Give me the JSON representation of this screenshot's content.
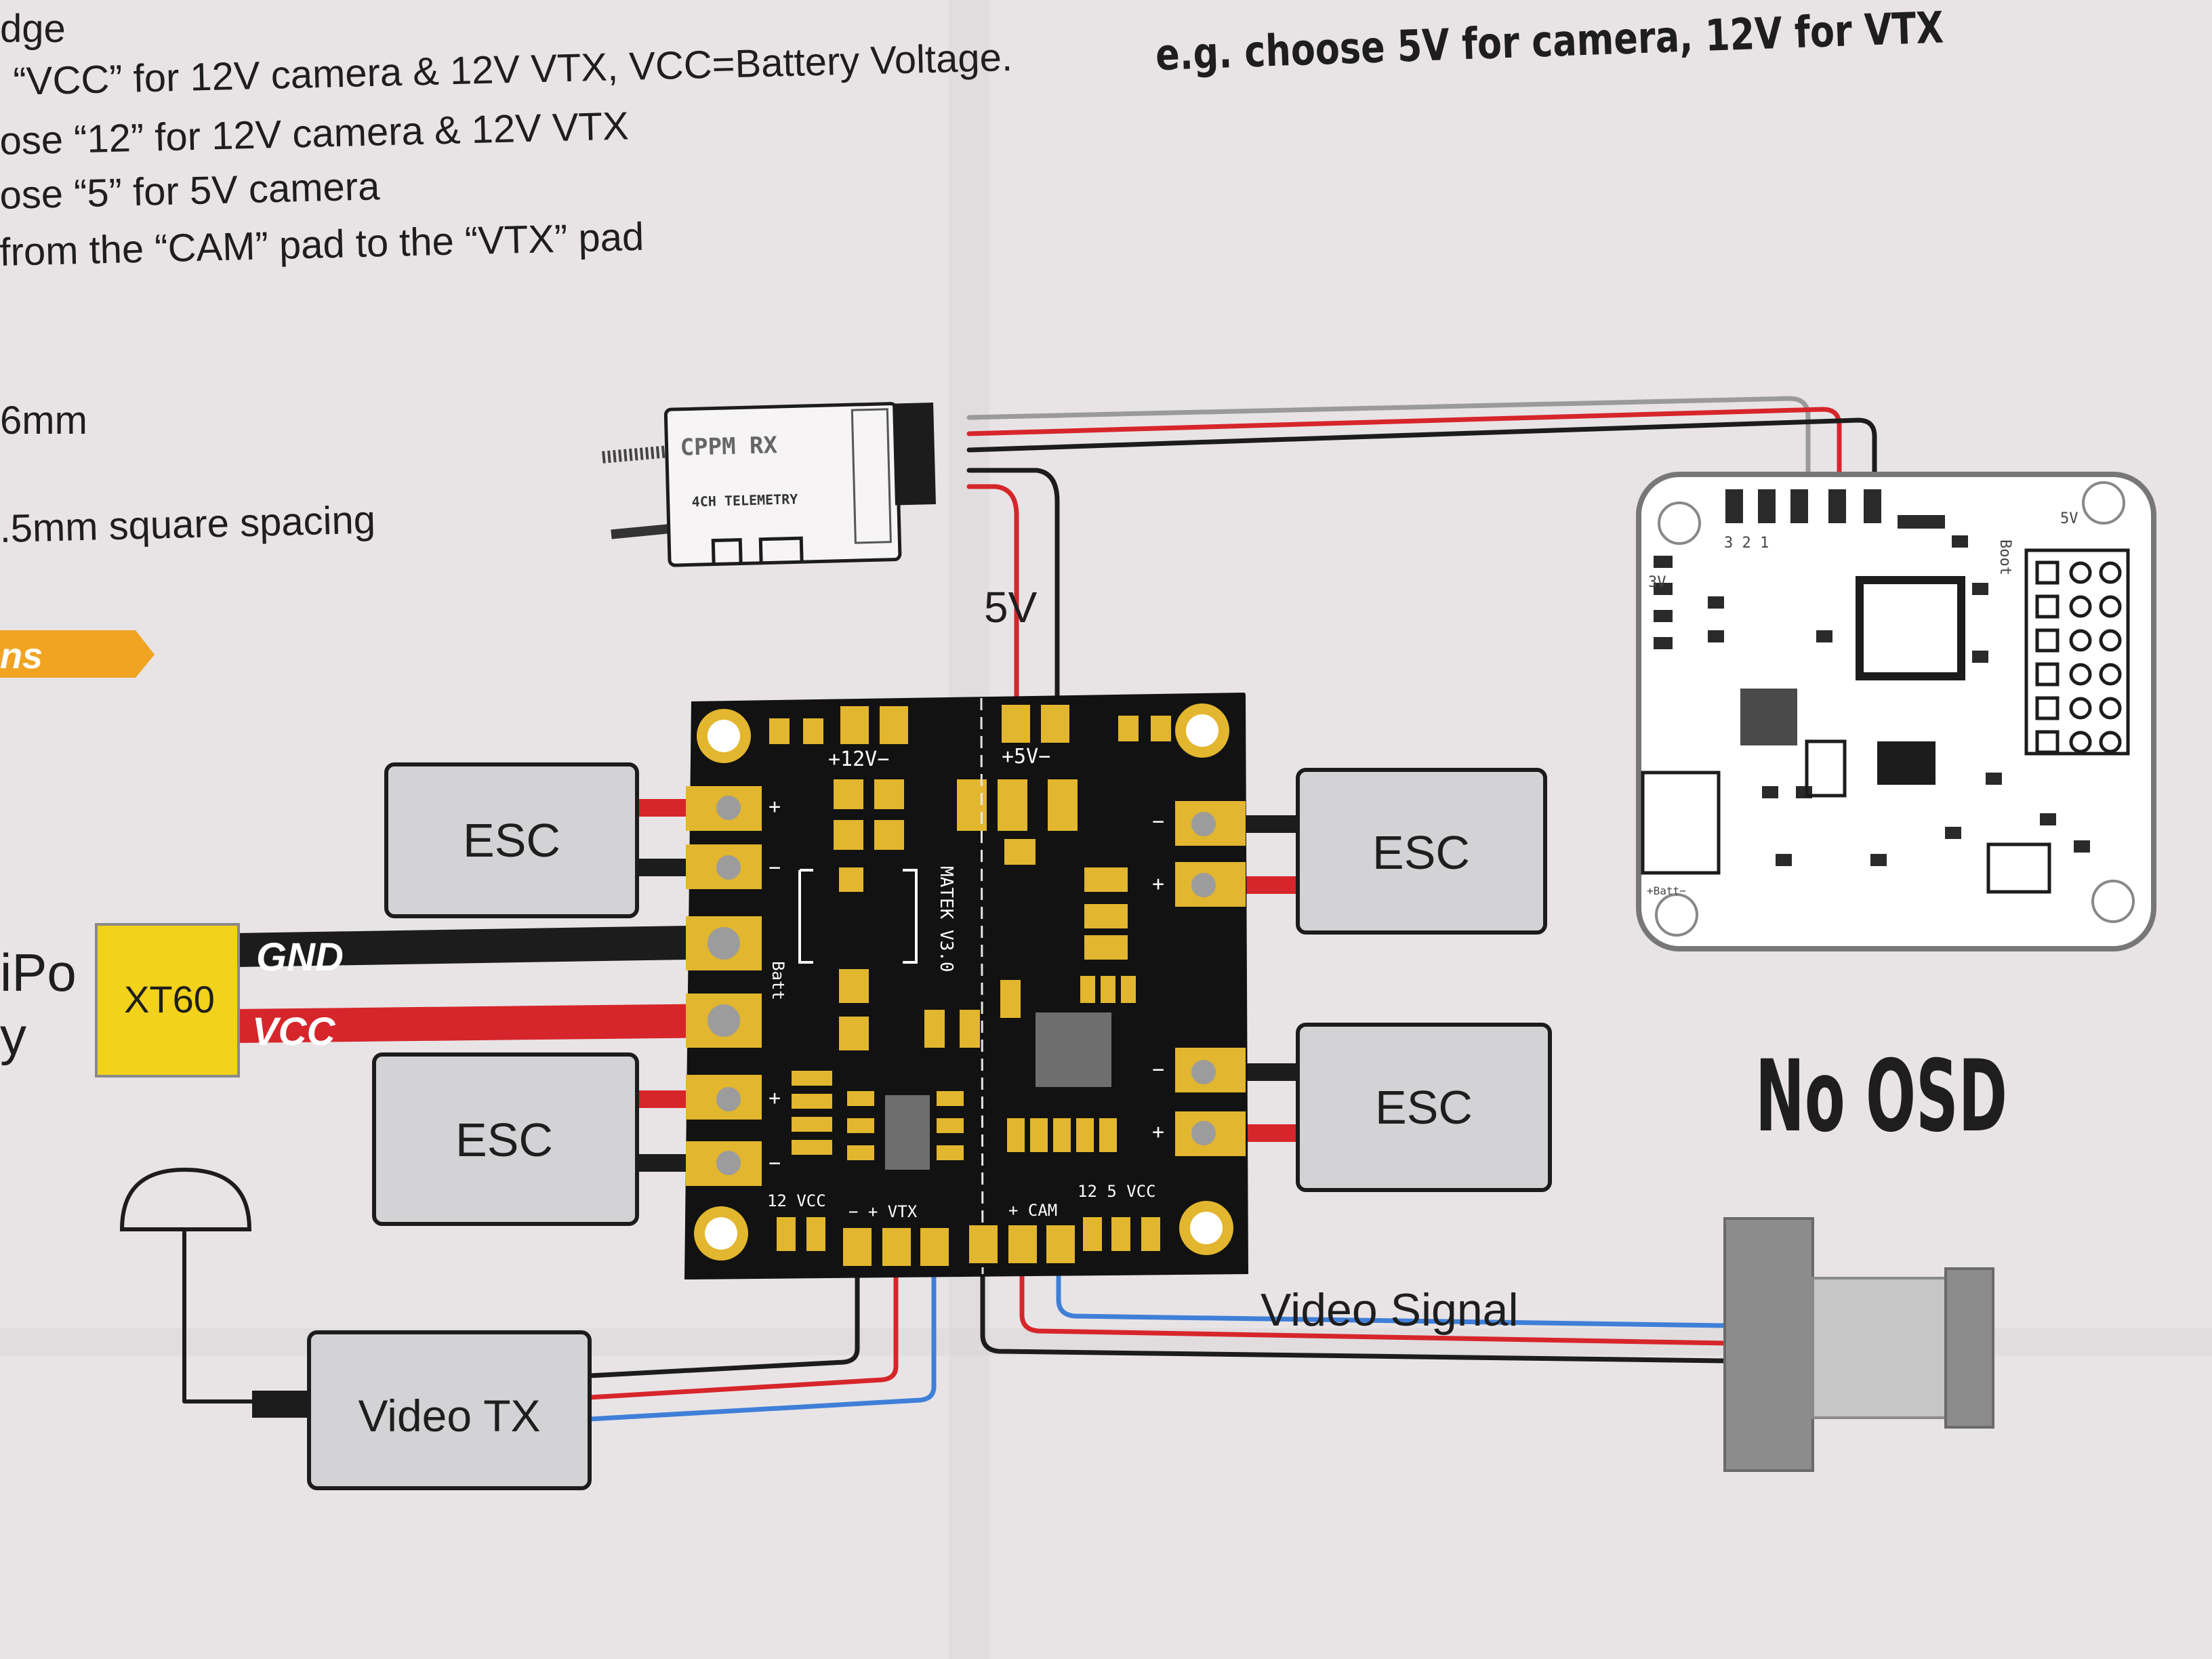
{
  "instructions": {
    "line1": "dge",
    "line2": "“VCC” for 12V camera & 12V VTX,  VCC=Battery Voltage.",
    "line3": "ose “12” for 12V camera & 12V VTX",
    "line4": "ose “5” for 5V camera",
    "line5": "from the “CAM” pad to the “VTX” pad",
    "example": "e.g. choose 5V for camera, 12V for VTX"
  },
  "specs": {
    "size": "6mm",
    "spacing": ".5mm square spacing"
  },
  "section_tab": "ns",
  "receiver": {
    "label": "CPPM RX",
    "sublabel": "4CH TELEMETRY"
  },
  "power_label": "5V",
  "pdb": {
    "rail_12v": "+12V−",
    "rail_5v": "+5V−",
    "brand": "MATEK V3.0",
    "batt_label": "Batt",
    "bottom_left_label": "12 VCC",
    "vtx_label": "−   +  VTX",
    "cam_label": "+ CAM",
    "bottom_right_label": "12  5  VCC",
    "plus": "+",
    "minus": "−"
  },
  "esc_labels": [
    "ESC",
    "ESC",
    "ESC",
    "ESC"
  ],
  "battery": {
    "label_partial_1": "iPo",
    "label_partial_2": "y",
    "connector": "XT60",
    "gnd": "GND",
    "vcc": "VCC"
  },
  "flight_controller": {
    "pins": "3  2  1",
    "label_3v": "3V",
    "label_boot": "Boot",
    "label_5v": "5V",
    "label_batt": "+Batt−"
  },
  "video_tx": "Video TX",
  "video_signal": "Video Signal",
  "no_osd": "No OSD",
  "colors": {
    "paper": "#e8e4e6",
    "wire_red": "#d6262b",
    "wire_black": "#1c1c1c",
    "wire_blue": "#3f7fd8",
    "wire_grey": "#9a9a9a",
    "pcb": "#121212",
    "pad": "#e2b62e",
    "xt60": "#f2d21a",
    "box_fill": "#d3d2d4",
    "tab_orange": "#f0a422"
  }
}
